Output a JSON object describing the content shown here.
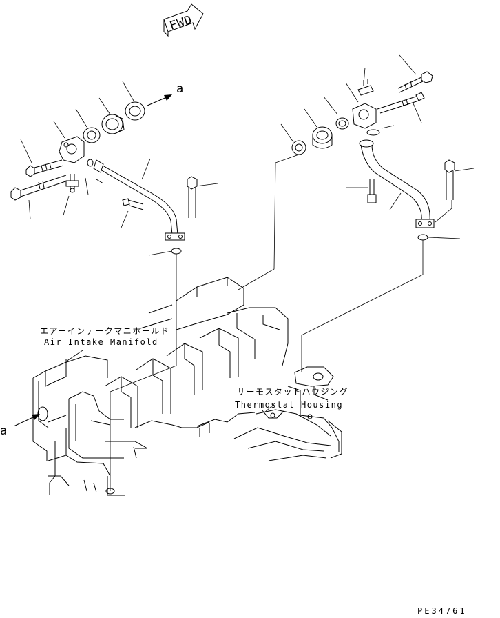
{
  "labels": {
    "fwd": "FWD",
    "arrow_a_top": "a",
    "arrow_a_left": "a",
    "air_intake_jp": "エアーインテークマニホールド",
    "air_intake_en": "Air Intake Manifold",
    "thermostat_jp": "サーモスタットハウジング",
    "thermostat_en": "Thermostat Housing",
    "ref_code": "PE34761"
  }
}
